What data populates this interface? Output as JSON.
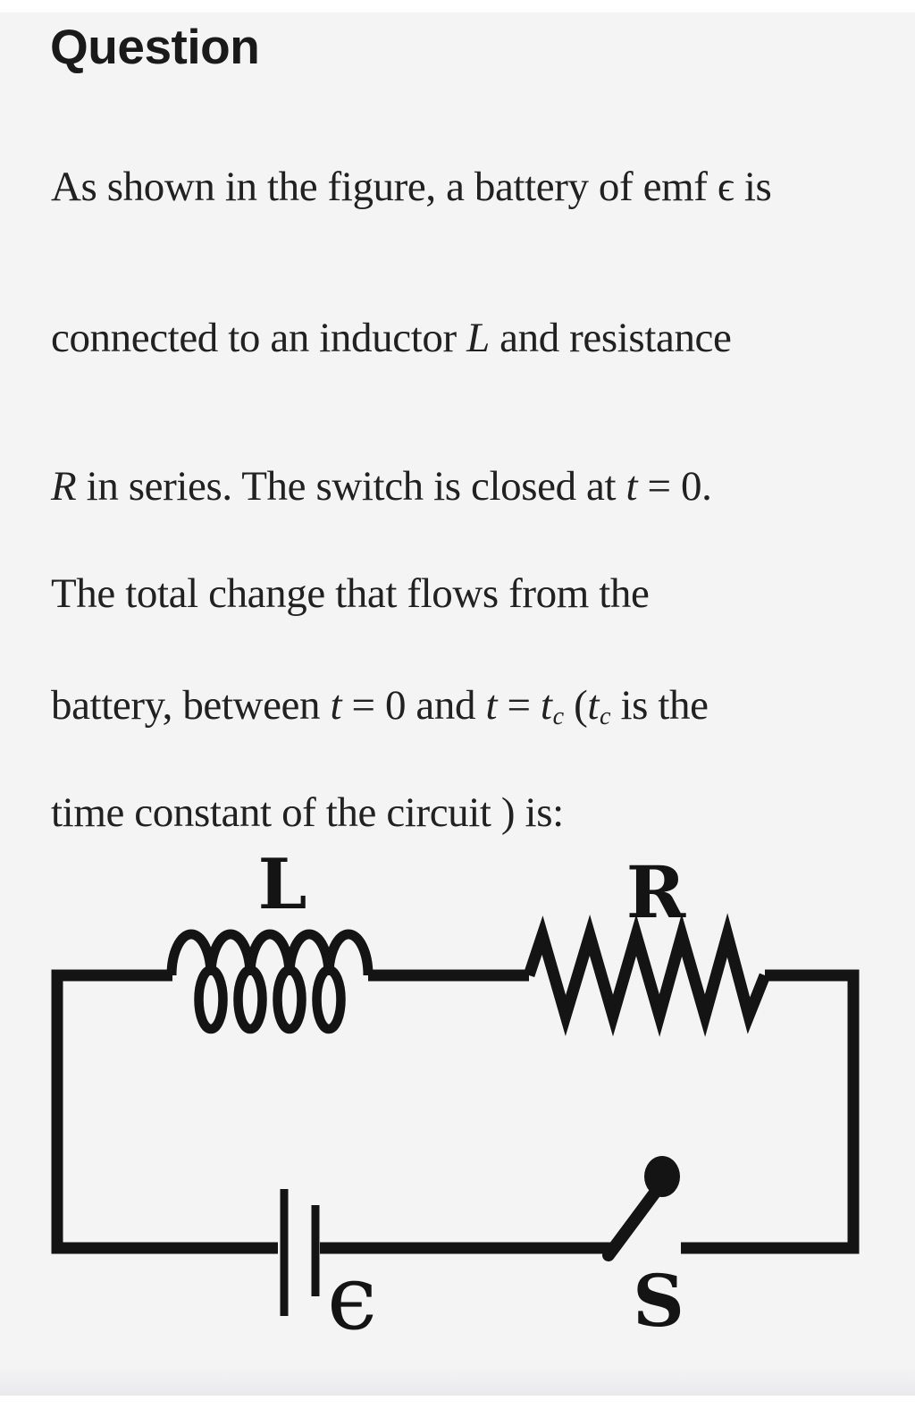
{
  "colors": {
    "background": "#f4f4f5",
    "ink": "#141414",
    "text": "#212121"
  },
  "header": {
    "title": "Question"
  },
  "question": {
    "lines": [
      [
        {
          "t": "As shown in the figure, a battery of emf "
        },
        {
          "t": "ϵ"
        },
        {
          "t": " is"
        }
      ],
      [
        {
          "t": "connected to an inductor "
        },
        {
          "t": "L",
          "i": true
        },
        {
          "t": " and resistance"
        }
      ],
      [
        {
          "t": "R",
          "i": true
        },
        {
          "t": " in series. The switch is closed at "
        },
        {
          "t": "t",
          "i": true
        },
        {
          "t": " = 0."
        }
      ],
      [
        {
          "t": "The total change that flows from the"
        }
      ],
      [
        {
          "t": "battery, between "
        },
        {
          "t": "t",
          "i": true
        },
        {
          "t": " = 0 and "
        },
        {
          "t": "t",
          "i": true
        },
        {
          "t": " = "
        },
        {
          "t": "t",
          "i": true
        },
        {
          "t": "c",
          "sub": true
        },
        {
          "t": " ("
        },
        {
          "t": "t",
          "i": true
        },
        {
          "t": "c",
          "sub": true
        },
        {
          "t": " is the"
        }
      ],
      [
        {
          "t": "time constant of the circuit ) is:"
        }
      ]
    ]
  },
  "circuit": {
    "labels": {
      "inductor": "L",
      "resistor": "R",
      "battery": "ϵ",
      "switch": "S"
    }
  }
}
